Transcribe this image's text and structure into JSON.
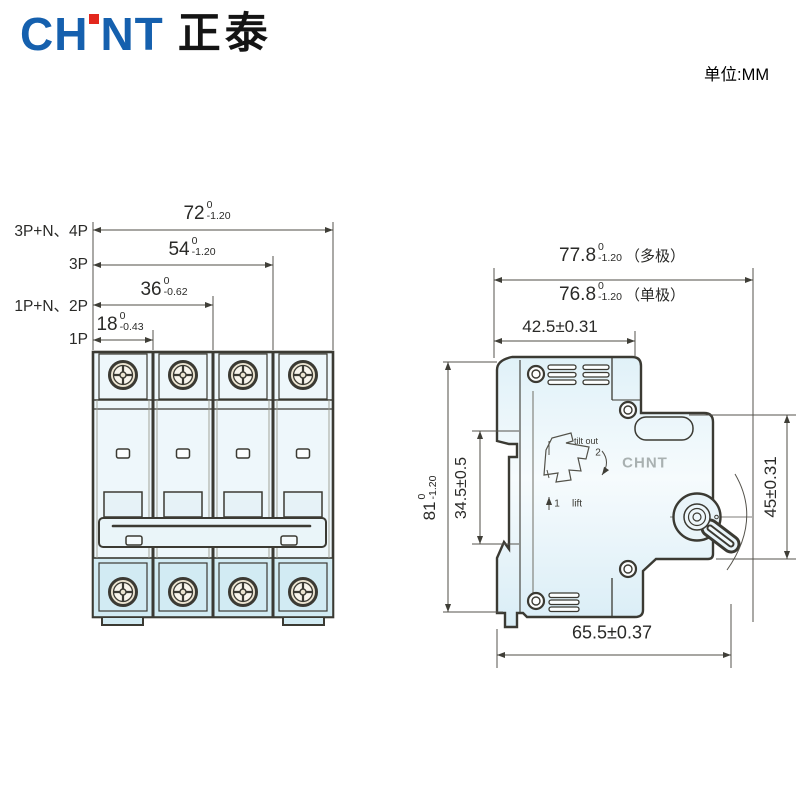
{
  "header": {
    "logo_latin_left": "CH",
    "logo_latin_right": "NT",
    "logo_cn": "正泰",
    "unit_label": "单位:MM"
  },
  "front_view": {
    "rows": [
      {
        "pole_label": "3P+N、4P",
        "value": "72",
        "tol_upper": "0",
        "tol_lower": "-1.20"
      },
      {
        "pole_label": "3P",
        "value": "54",
        "tol_upper": "0",
        "tol_lower": "-1.20"
      },
      {
        "pole_label": "1P+N、2P",
        "value": "36",
        "tol_upper": "0",
        "tol_lower": "-0.62"
      },
      {
        "pole_label": "1P",
        "value": "18",
        "tol_upper": "0",
        "tol_lower": "-0.43"
      }
    ]
  },
  "side_view": {
    "dims": {
      "depth_multi": {
        "value": "77.8",
        "tol_upper": "0",
        "tol_lower": "-1.20",
        "suffix": "（多极）"
      },
      "depth_single": {
        "value": "76.8",
        "tol_upper": "0",
        "tol_lower": "-1.20",
        "suffix": "（单极）"
      },
      "top_depth": "42.5±0.31",
      "height": {
        "value": "81",
        "tol_upper": "0",
        "tol_lower": "-1.20"
      },
      "din_slot": "34.5±0.5",
      "front_height": "45±0.31",
      "bottom_depth": "65.5±0.37"
    },
    "annotations": {
      "tilt_out": "tilt out",
      "step2": "2",
      "step1": "1",
      "lift": "lift",
      "body_logo": "CHNT"
    }
  },
  "colors": {
    "brand_blue": "#1560ae",
    "brand_red": "#e3271d",
    "body_fill": "#eef7fb",
    "band_fill": "#d2ebf3",
    "outline": "#3b3a33",
    "dim_line": "#4f4d46"
  }
}
